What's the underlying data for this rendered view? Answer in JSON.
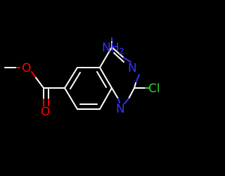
{
  "molecule": {
    "atoms": {
      "amino_n": "N",
      "amino_h": "H",
      "amino_subscript": "2",
      "ring_n_upper": "N",
      "ring_n_lower": "N",
      "chlorine": "Cl",
      "ether_oxygen": "O",
      "carbonyl_oxygen": "O"
    },
    "colors": {
      "background": "#000000",
      "carbon_bond": "#ffffff",
      "nitrogen": "#3333ff",
      "oxygen": "#ff0000",
      "chlorine": "#2ecc2e"
    }
  }
}
